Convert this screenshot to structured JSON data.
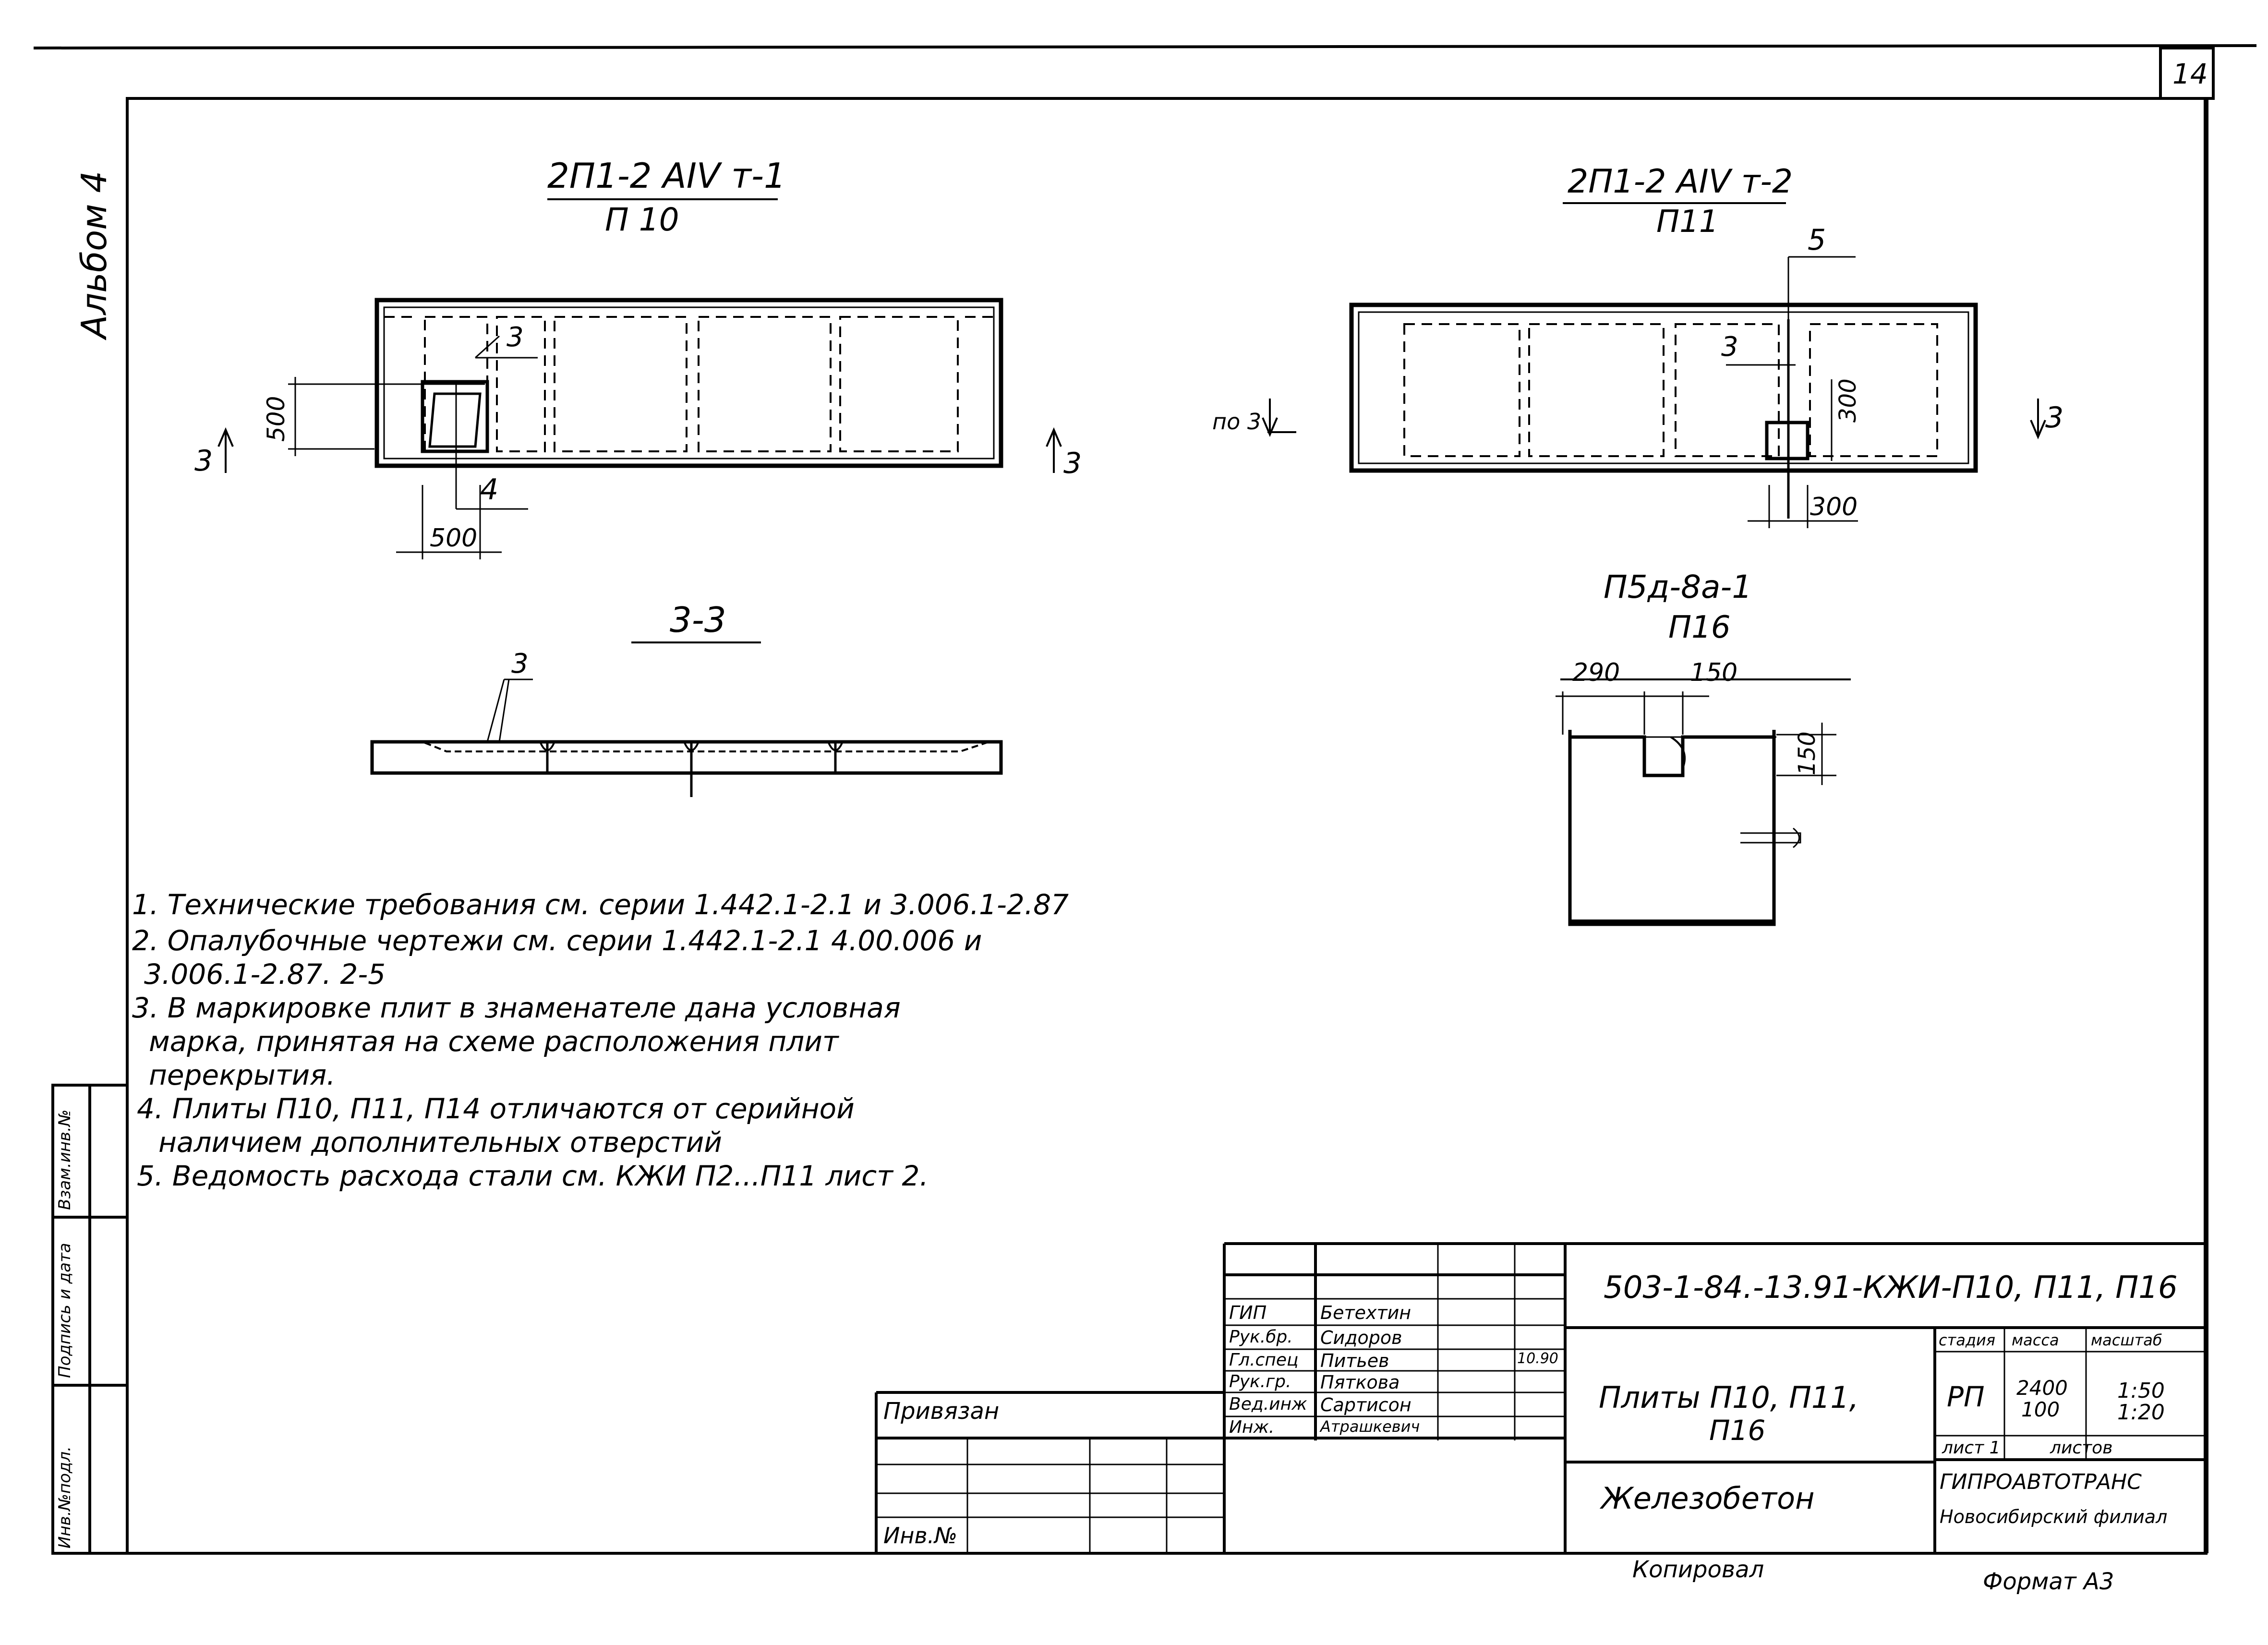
{
  "sheet_number": "14",
  "album_label": "Альбом 4",
  "views": {
    "p10": {
      "top": "2П1-2 АIV т-1",
      "bottom": "П 10",
      "dim_h": "500",
      "dim_w": "500",
      "callout_3": "3",
      "callout_4": "4",
      "section_l": "3",
      "section_r": "3"
    },
    "p11": {
      "top": "2П1-2 АIV т-2",
      "bottom": "П11",
      "callout_5": "5",
      "callout_3": "3",
      "dim_h": "300",
      "dim_w": "300",
      "section_l": "по 3",
      "section_r": "3"
    },
    "section": {
      "title": "3-3",
      "callout": "3"
    },
    "p16": {
      "top": "П5д-8а-1",
      "bottom": "П16",
      "dim_a": "290",
      "dim_b": "150",
      "dim_c": "150"
    }
  },
  "notes": [
    "1. Технические требования см. серии 1.442.1-2.1 и 3.006.1-2.87",
    "2. Опалубочные чертежи см. серии 1.442.1-2.1 4.00.006 и",
    "3.006.1-2.87. 2-5",
    "3. В маркировке плит в знаменателе дана условная",
    "марка, принятая на схеме расположения плит",
    "перекрытия.",
    "4. Плиты П10, П11, П14 отличаются от серийной",
    "наличием дополнительных отверстий",
    "5. Ведомость расхода стали см. КЖИ П2...П11 лист 2."
  ],
  "side_stamp": [
    "Инв.№подл.",
    "Подпись и дата",
    "Взам.инв.№"
  ],
  "title_block": {
    "doc_code": "503-1-84.-13.91-КЖИ-П10, П11, П16",
    "staff": [
      {
        "role": "ГИП",
        "name": "Бетехтин"
      },
      {
        "role": "Рук.бр.",
        "name": "Сидоров"
      },
      {
        "role": "Гл.спец",
        "name": "Питьев"
      },
      {
        "role": "Рук.гр.",
        "name": "Пяткова"
      },
      {
        "role": "Вед.инж",
        "name": "Сартисон"
      },
      {
        "role": "Инж.",
        "name": "Атрашкевич"
      }
    ],
    "date": "10.90",
    "bound_label": "Привязан",
    "inv_label": "Инв.№",
    "product_name_1": "Плиты П10, П11,",
    "product_name_2": "П16",
    "material": "Железобетон",
    "h_stage": "стадия",
    "h_mass": "масса",
    "h_scale": "масштаб",
    "stage": "РП",
    "mass_1": "2400",
    "mass_2": "100",
    "scale_1": "1:50",
    "scale_2": "1:20",
    "sheet": "лист 1",
    "sheets": "листов",
    "org_1": "ГИПРОАВТОТРАНС",
    "org_2": "Новосибирский филиал",
    "copied": "Копировал",
    "format": "Формат А3"
  }
}
